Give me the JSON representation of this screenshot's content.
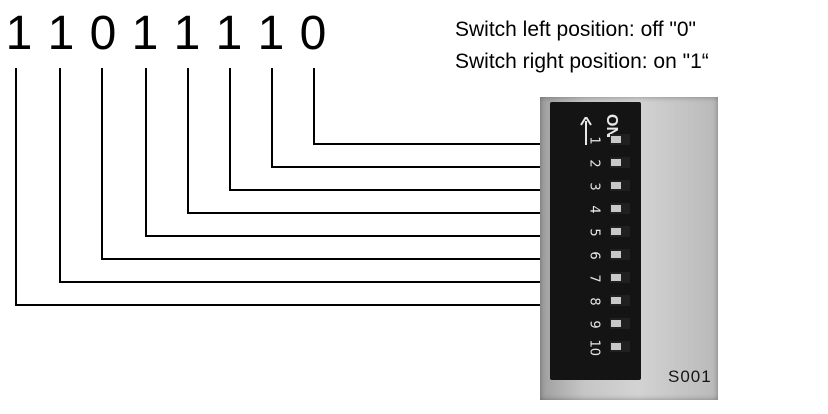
{
  "bits": [
    "1",
    "1",
    "0",
    "1",
    "1",
    "1",
    "1",
    "0"
  ],
  "legend": {
    "line1": "Switch left position: off \"0\"",
    "line2": "Switch right position: on \"1“"
  },
  "dip_switch": {
    "on_label": "ON",
    "numbers": [
      "1",
      "2",
      "3",
      "4",
      "5",
      "6",
      "7",
      "8",
      "9",
      "10"
    ],
    "states": [
      0,
      0,
      0,
      0,
      0,
      0,
      0,
      0,
      0,
      0
    ],
    "part_code": "S001"
  },
  "connections": [
    {
      "bit": 8,
      "switch": 1
    },
    {
      "bit": 7,
      "switch": 2
    },
    {
      "bit": 6,
      "switch": 3
    },
    {
      "bit": 5,
      "switch": 4
    },
    {
      "bit": 4,
      "switch": 5
    },
    {
      "bit": 3,
      "switch": 6
    },
    {
      "bit": 2,
      "switch": 7
    },
    {
      "bit": 1,
      "switch": 8
    }
  ]
}
